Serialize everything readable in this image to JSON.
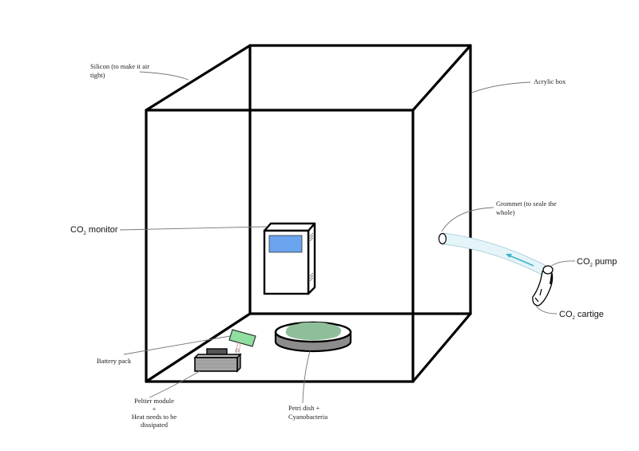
{
  "title": "Acrylic box CO2 / cyanobacteria experiment setup",
  "colors": {
    "box_edges": "#000000",
    "leader_lines": "#777777",
    "monitor_screen": "#6aa3ee",
    "battery": "#8fe0a0",
    "peltier": "#a6a6a6",
    "peltier_top": "#555555",
    "petri_rim": "#8c8c8c",
    "cyanobacteria": "#8fbf9a",
    "tube": "#d6eef6",
    "flow_arrow": "#3ab5c8"
  },
  "labels": {
    "silicon": [
      "Silicon (to make it air",
      "tight)"
    ],
    "acrylic_box": "Acrylic box",
    "grommet": [
      "Grommet (to seale the",
      "whole)"
    ],
    "co2_monitor": {
      "prefix": "CO",
      "sub": "2",
      "suffix": " monitor"
    },
    "co2_pump": {
      "prefix": "CO",
      "sub": "2",
      "suffix": " pump"
    },
    "co2_cartige": {
      "prefix": "CO",
      "sub": "2",
      "suffix": " cartige"
    },
    "battery_pack": "Battery pack",
    "peltier": [
      "Peltier module",
      "+",
      "Heat needs to be",
      "dissipated"
    ],
    "petri": [
      "Petri dish +",
      "Cyanobacteria"
    ]
  },
  "icons": {
    "co2_monitor": "co2-monitor-device-icon",
    "battery": "battery-pack-icon",
    "peltier": "peltier-module-icon",
    "petri_dish": "petri-dish-icon",
    "pump": "co2-pump-icon",
    "grommet": "grommet-ring-icon"
  }
}
